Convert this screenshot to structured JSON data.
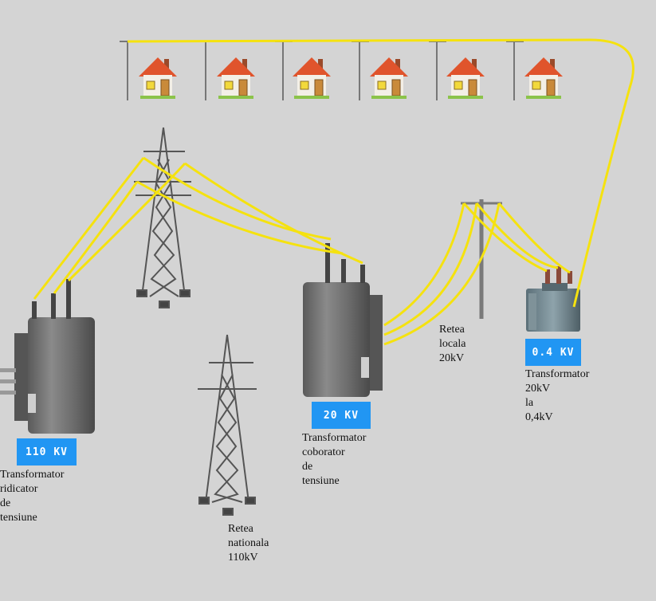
{
  "badges": {
    "step_up": "110 KV",
    "step_down": "20 KV",
    "local": "0.4 KV"
  },
  "labels": {
    "step_up": [
      "Transformator",
      "ridicator",
      "de",
      "tensiune"
    ],
    "national": [
      "Retea",
      "nationala",
      "110kV"
    ],
    "step_down": [
      "Transformator",
      "coborator",
      "de",
      "tensiune"
    ],
    "local_net": [
      "Retea",
      "locala",
      "20kV"
    ],
    "local_trafo": [
      "Transformator",
      "20kV",
      "la",
      "0,4kV"
    ]
  },
  "colors": {
    "wire": "#f5e20f",
    "badge": "#2196f3",
    "transformer": "#6e6e6e",
    "tower": "#555555",
    "roof": "#e0542c"
  },
  "icons": [
    "house-icon",
    "pylon-icon",
    "transformer-icon",
    "utility-pole-icon"
  ]
}
